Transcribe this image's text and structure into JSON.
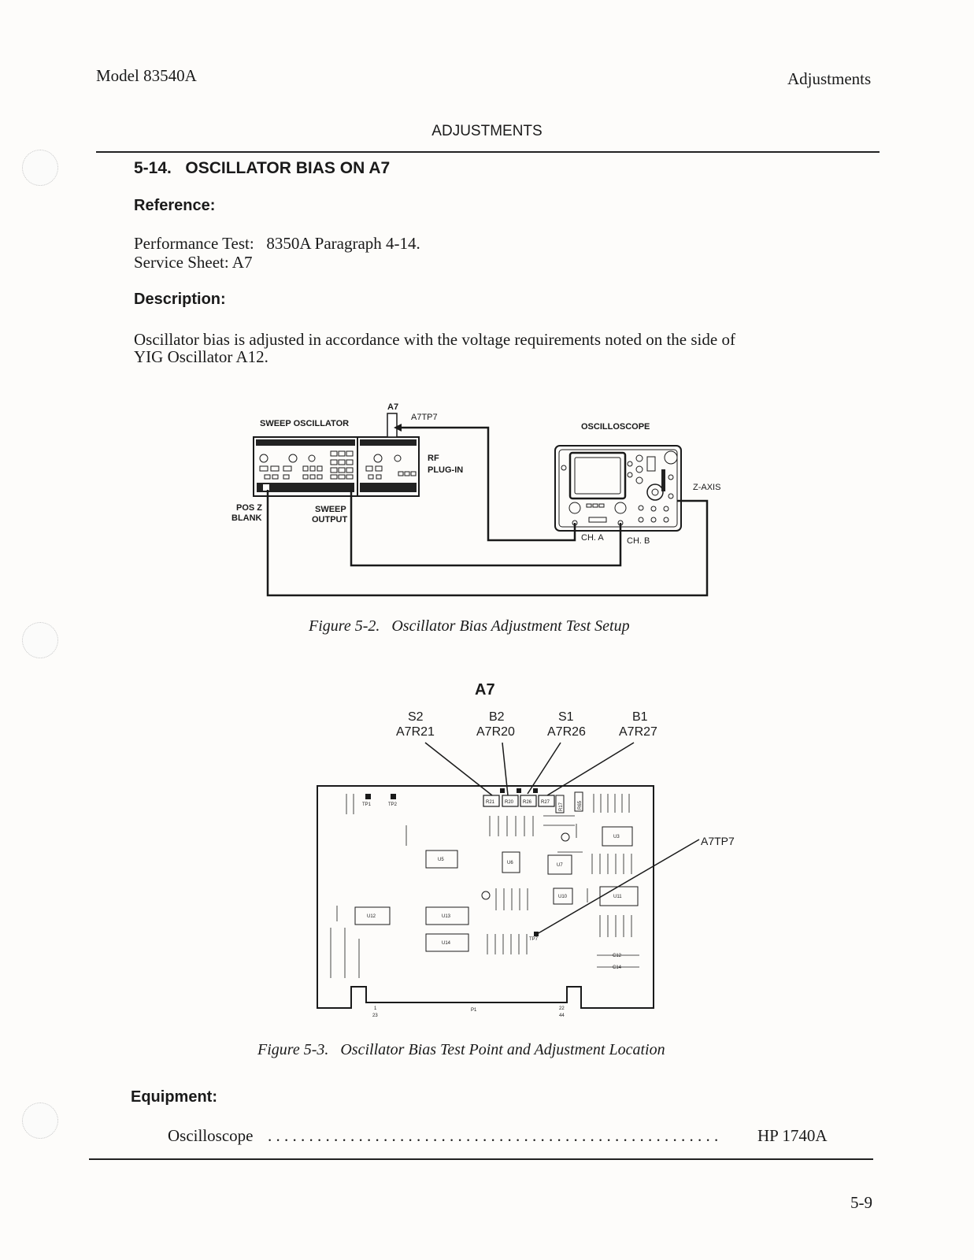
{
  "header": {
    "model": "Model 83540A",
    "section": "Adjustments",
    "banner": "ADJUSTMENTS"
  },
  "procedure": {
    "title": "5-14.   OSCILLATOR BIAS ON A7",
    "reference_heading": "Reference:",
    "performance_test": "Performance Test:   8350A Paragraph 4-14.",
    "service_sheet": "Service Sheet: A7",
    "description_heading": "Description:",
    "description_line1": "Oscillator bias is adjusted in accordance with the voltage requirements noted on the side of",
    "description_line2": "YIG Oscillator A12."
  },
  "figure2": {
    "caption": "Figure 5-2.   Oscillator Bias Adjustment Test Setup",
    "sweep_oscillator": "SWEEP OSCILLATOR",
    "a7": "A7",
    "a7tp7": "A7TP7",
    "rf": "RF",
    "plug_in": "PLUG-IN",
    "oscilloscope": "OSCILLOSCOPE",
    "z_axis": "Z-AXIS",
    "pos_z": "POS Z",
    "blank": "BLANK",
    "sweep": "SWEEP",
    "output": "OUTPUT",
    "ch_a": "CH. A",
    "ch_b": "CH. B"
  },
  "figure3": {
    "caption": "Figure 5-3.   Oscillator Bias Test Point and Adjustment Location",
    "title": "A7",
    "callouts": [
      {
        "top": "S2",
        "bottom": "A7R21"
      },
      {
        "top": "B2",
        "bottom": "A7R20"
      },
      {
        "top": "S1",
        "bottom": "A7R26"
      },
      {
        "top": "B1",
        "bottom": "A7R27"
      }
    ],
    "testpoint_label": "A7TP7",
    "board": {
      "tp1": "TP1",
      "tp2": "TP2",
      "tp7": "TP7",
      "r21": "R21",
      "r20": "R20",
      "r26": "R26",
      "r27": "R27",
      "r17": "R17",
      "r65": "R65",
      "u3": "U3",
      "u5": "U5",
      "u6": "U6",
      "u7": "U7",
      "u10": "U10",
      "u11": "U11",
      "u12": "U12",
      "u13": "U13",
      "u14": "U14",
      "c12": "C12",
      "c14": "C14",
      "p1": "P1",
      "pin1": "1",
      "pin23": "23",
      "pin22": "22",
      "pin44": "44"
    }
  },
  "equipment": {
    "heading": "Equipment:",
    "item": "Oscilloscope",
    "dots": ". . . . . . . . . . . . . . . . . . . . . . . . . . . . . . . . . . . . . . . . . . . . . . . . . . . . . . .",
    "model": "HP 1740A"
  },
  "footer": {
    "page": "5-9"
  }
}
